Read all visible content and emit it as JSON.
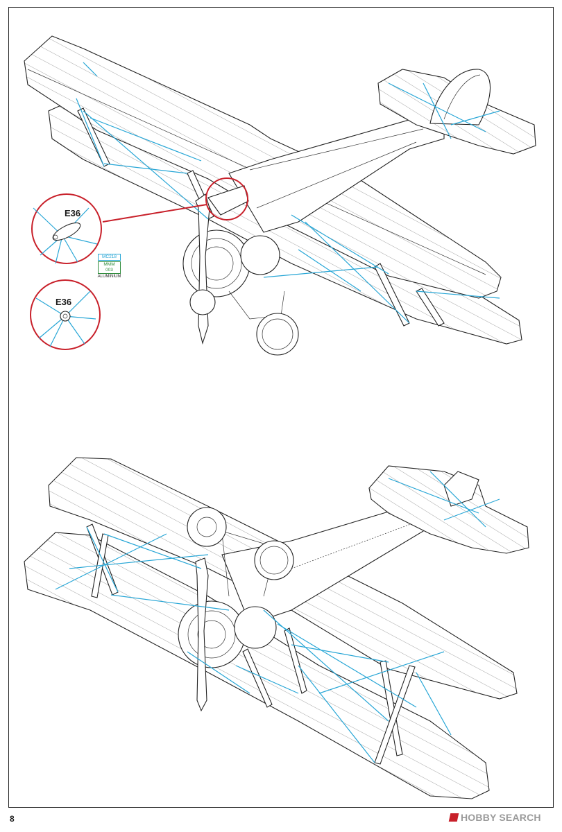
{
  "callouts": [
    {
      "part": "E36",
      "label": "E36"
    },
    {
      "part": "E36",
      "label": "E36"
    }
  ],
  "paint": {
    "code": "MC218",
    "mmm_line1": "MMM",
    "mmm_line2": "003",
    "name": "ALUMINIUM"
  },
  "page_number": "8",
  "watermark": {
    "brand": "HOBBY SEARCH"
  },
  "colors": {
    "rigging_wire": "#27a6d6",
    "callout_red": "#c8202a",
    "paint_code_blue": "#27a6d6",
    "paint_mmm_green": "#2e8b3a"
  },
  "icons": {
    "callout_magnifier": "magnifier-circle",
    "watermark_logo": "hobbysearch-logo"
  }
}
